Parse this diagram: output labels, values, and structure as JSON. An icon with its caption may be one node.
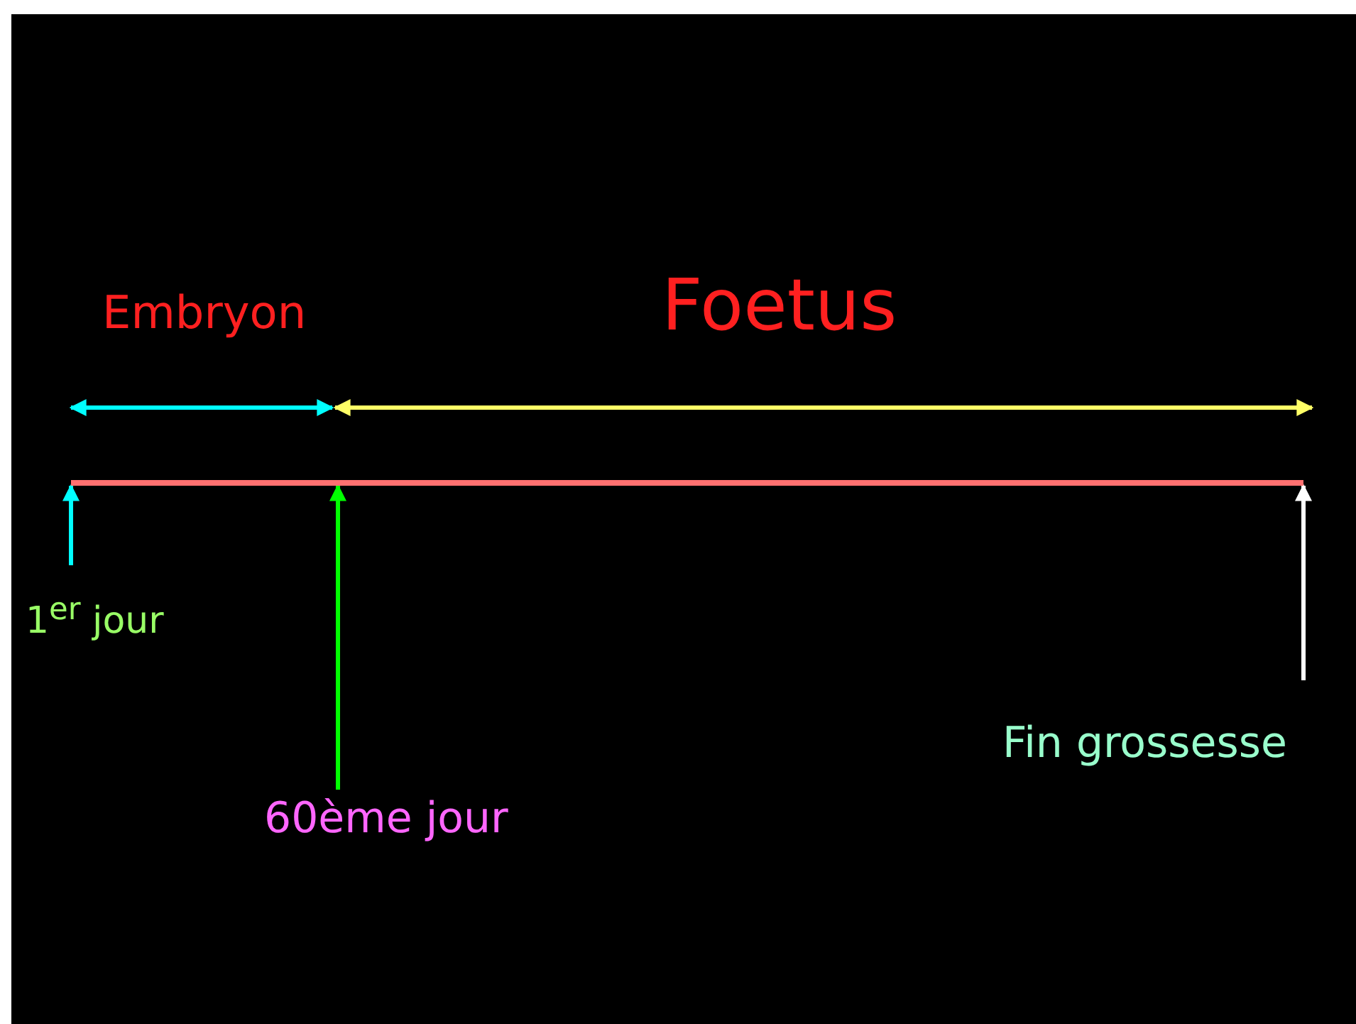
{
  "diagram": {
    "nodes": [
      {
        "text": [],
        "shape": "bar"
      },
      {
        "text": [
          "1$^{er}$ jour"
        ]
      },
      {
        "text": [
          "60ème jour"
        ]
      },
      {
        "text": [
          "Fin grossesse"
        ]
      }
    ],
    "edges": [
      {
        "from": 1,
        "to": 0,
        "arrow": "to",
        "color": "#00ffff"
      },
      {
        "from": 2,
        "to": 0,
        "arrow": "to",
        "color": "#00ff00"
      },
      {
        "from": 3,
        "to": 0,
        "arrow": "to",
        "color": "#ffffff"
      }
    ],
    "labels": [
      "Embryon",
      "Foetus"
    ]
  }
}
